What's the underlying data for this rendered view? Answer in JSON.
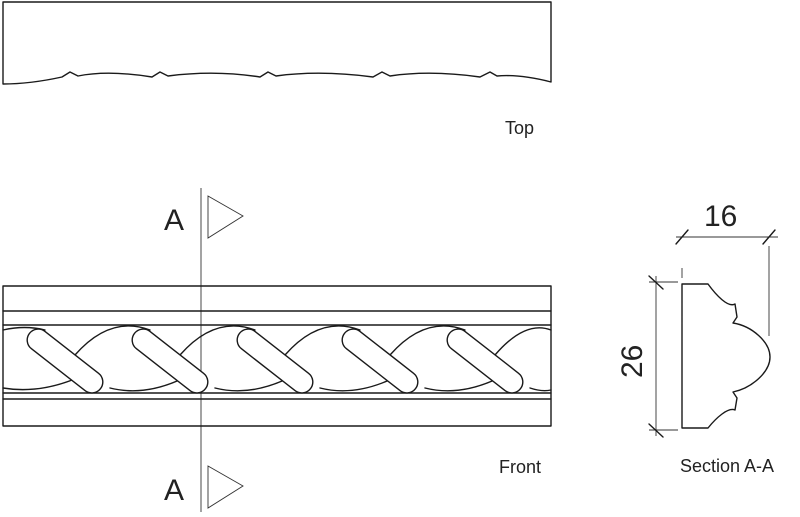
{
  "views": {
    "top_label": "Top",
    "front_label": "Front",
    "section_label": "Section A-A"
  },
  "section_marker": {
    "letter_top": "A",
    "letter_bottom": "A"
  },
  "dimensions": {
    "width_value": "16",
    "height_value": "26"
  }
}
